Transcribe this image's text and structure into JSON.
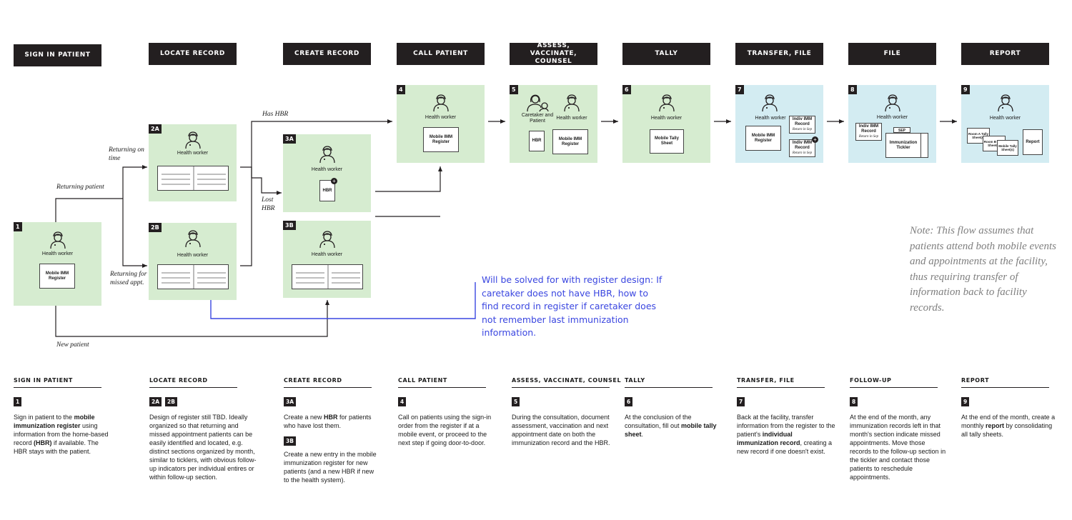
{
  "headers": [
    "SIGN IN PATIENT",
    "LOCATE RECORD",
    "CREATE RECORD",
    "CALL PATIENT",
    "ASSESS, VACCINATE, COUNSEL",
    "TALLY",
    "TRANSFER, FILE",
    "FILE",
    "REPORT"
  ],
  "steps": {
    "s1": {
      "badge": "1",
      "role": "Health worker",
      "card": "Mobile IMM Register"
    },
    "s2a": {
      "badge": "2A",
      "role": "Health worker"
    },
    "s2b": {
      "badge": "2B",
      "role": "Health worker"
    },
    "s3a": {
      "badge": "3A",
      "role": "Health worker",
      "card": "HBR"
    },
    "s3b": {
      "badge": "3B",
      "role": "Health worker"
    },
    "s4": {
      "badge": "4",
      "role": "Health worker",
      "card": "Mobile IMM Register"
    },
    "s5": {
      "badge": "5",
      "role_a": "Caretaker and Patient",
      "role_b": "Health worker",
      "card_a": "HBR",
      "card_b": "Mobile IMM Register"
    },
    "s6": {
      "badge": "6",
      "role": "Health worker",
      "card": "Mobile Tally Sheet"
    },
    "s7": {
      "badge": "7",
      "role": "Health worker",
      "card": "Mobile IMM Register",
      "card_b": "Indiv IMM Record",
      "card_b_sub": "Return in Sep",
      "card_c": "Indiv IMM Record",
      "card_c_sub": "Return in Sep"
    },
    "s8": {
      "badge": "8",
      "role": "Health worker",
      "card": "Indiv IMM Record",
      "card_sub": "Return in Sep",
      "tickler": "Immunization Tickler",
      "tab": "SEP"
    },
    "s9": {
      "badge": "9",
      "role": "Health worker",
      "sheet_a": "Room A Tally Sheet(s)",
      "sheet_b": "Room B Tally Sheet(s)",
      "sheet_c": "Mobile Tally Sheet(s)",
      "card": "Report"
    }
  },
  "edge_labels": {
    "has_hbr": "Has HBR",
    "returning_on_time": "Returning on time",
    "returning_patient": "Returning patient",
    "lost_hbr": "Lost HBR",
    "returning_missed": "Returning for missed appt.",
    "new_patient": "New patient"
  },
  "annotation": "Will be solved for with register design: If caretaker does not have HBR, how to find record in register if caretaker does not remember last immunization information.",
  "note": "Note: This flow assumes that patients attend both mobile events and appointments at the facility, thus requiring transfer of information back to facility records.",
  "bottom": [
    {
      "title": "SIGN IN PATIENT",
      "badges": [
        "1"
      ],
      "text_html": "Sign in patient to the <b>mobile immunization register</b> using information from the home-based record <b>(HBR)</b> if available. The HBR stays with the patient."
    },
    {
      "title": "LOCATE RECORD",
      "badges": [
        "2A",
        "2B"
      ],
      "text_html": "Design of register still TBD. Ideally organized so that returning and missed appointment patients can be easily identified and located, e.g. distinct sections organized by month, similar to ticklers, with obvious follow-up indicators per individual entires or within follow-up section."
    },
    {
      "title": "CREATE RECORD",
      "badges": [
        "3A"
      ],
      "text_html": "Create a new <b>HBR</b> for patients who have lost them.",
      "badges2": [
        "3B"
      ],
      "text2_html": "Create a new entry in the mobile immunization register for new patients (and a new HBR if new to the health system)."
    },
    {
      "title": "CALL PATIENT",
      "badges": [
        "4"
      ],
      "text_html": "Call on patients using the sign-in order from the register if at a mobile event, or proceed to the next step if going door-to-door."
    },
    {
      "title": "ASSESS, VACCINATE, COUNSEL",
      "badges": [
        "5"
      ],
      "text_html": "During the consultation, document assessment, vaccination and next appointment date on both the immunization record and the HBR."
    },
    {
      "title": "TALLY",
      "badges": [
        "6"
      ],
      "text_html": "At the conclusion of the consultation, fill out <b>mobile tally sheet</b>."
    },
    {
      "title": "TRANSFER, FILE",
      "badges": [
        "7"
      ],
      "text_html": "Back at the facility, transfer information from the register to the patient's <b>individual immunization record</b>, creating a new record if one doesn't exist."
    },
    {
      "title": "FOLLOW-UP",
      "badges": [
        "8"
      ],
      "text_html": "At the end of the month, any immunization records left in that month's section indicate missed appointments. Move those records to the follow-up section in the tickler and contact those patients to reschedule appointments."
    },
    {
      "title": "REPORT",
      "badges": [
        "9"
      ],
      "text_html": "At the end of the month, create a monthly <b>report</b> by consolidating all tally sheets."
    }
  ],
  "colors": {
    "dark": "#231f20",
    "green": "#d6ecd0",
    "blue": "#d3ecf2",
    "annotation": "#3a46e0",
    "note": "#7f7f7f"
  }
}
